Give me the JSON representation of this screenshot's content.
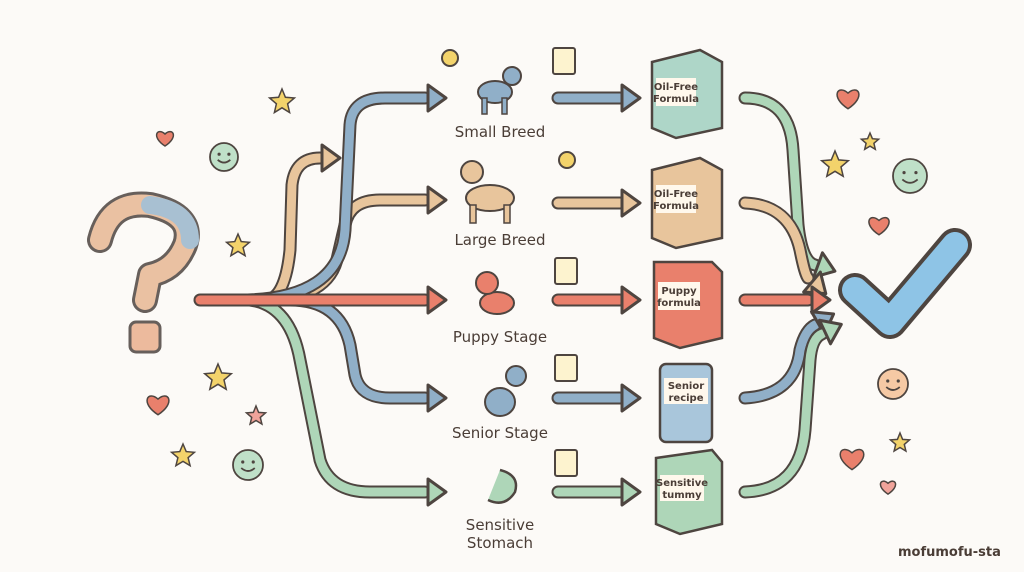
{
  "colors": {
    "blue": "#90afc8",
    "tan": "#e8c59c",
    "coral": "#e9806c",
    "green": "#aed6b8",
    "ink": "#4e4540",
    "check": "#8ec4e6"
  },
  "categories": [
    {
      "label": "Small Breed",
      "icon": "small-dog-icon",
      "food": [
        "Oil-Free",
        "Formula"
      ],
      "package": "milk-carton-teal"
    },
    {
      "label": "Large Breed",
      "icon": "large-dog-icon",
      "food": [
        "Oil-Free",
        "Formula"
      ],
      "package": "milk-carton-tan"
    },
    {
      "label": "Puppy Stage",
      "icon": "puppy-icon",
      "food": [
        "Puppy",
        "formula"
      ],
      "package": "bag-coral"
    },
    {
      "label": "Senior Stage",
      "icon": "senior-dog-icon",
      "food": [
        "Senior",
        "recipe"
      ],
      "package": "pouch-blue"
    },
    {
      "label": [
        "Sensitive",
        "Stomach"
      ],
      "icon": "stomach-icon",
      "food": [
        "Sensitive",
        "tummy"
      ],
      "package": "bag-green"
    }
  ],
  "start_icon": "question-mark-icon",
  "end_icon": "checkmark-icon",
  "watermark": "mofumofu-sta"
}
